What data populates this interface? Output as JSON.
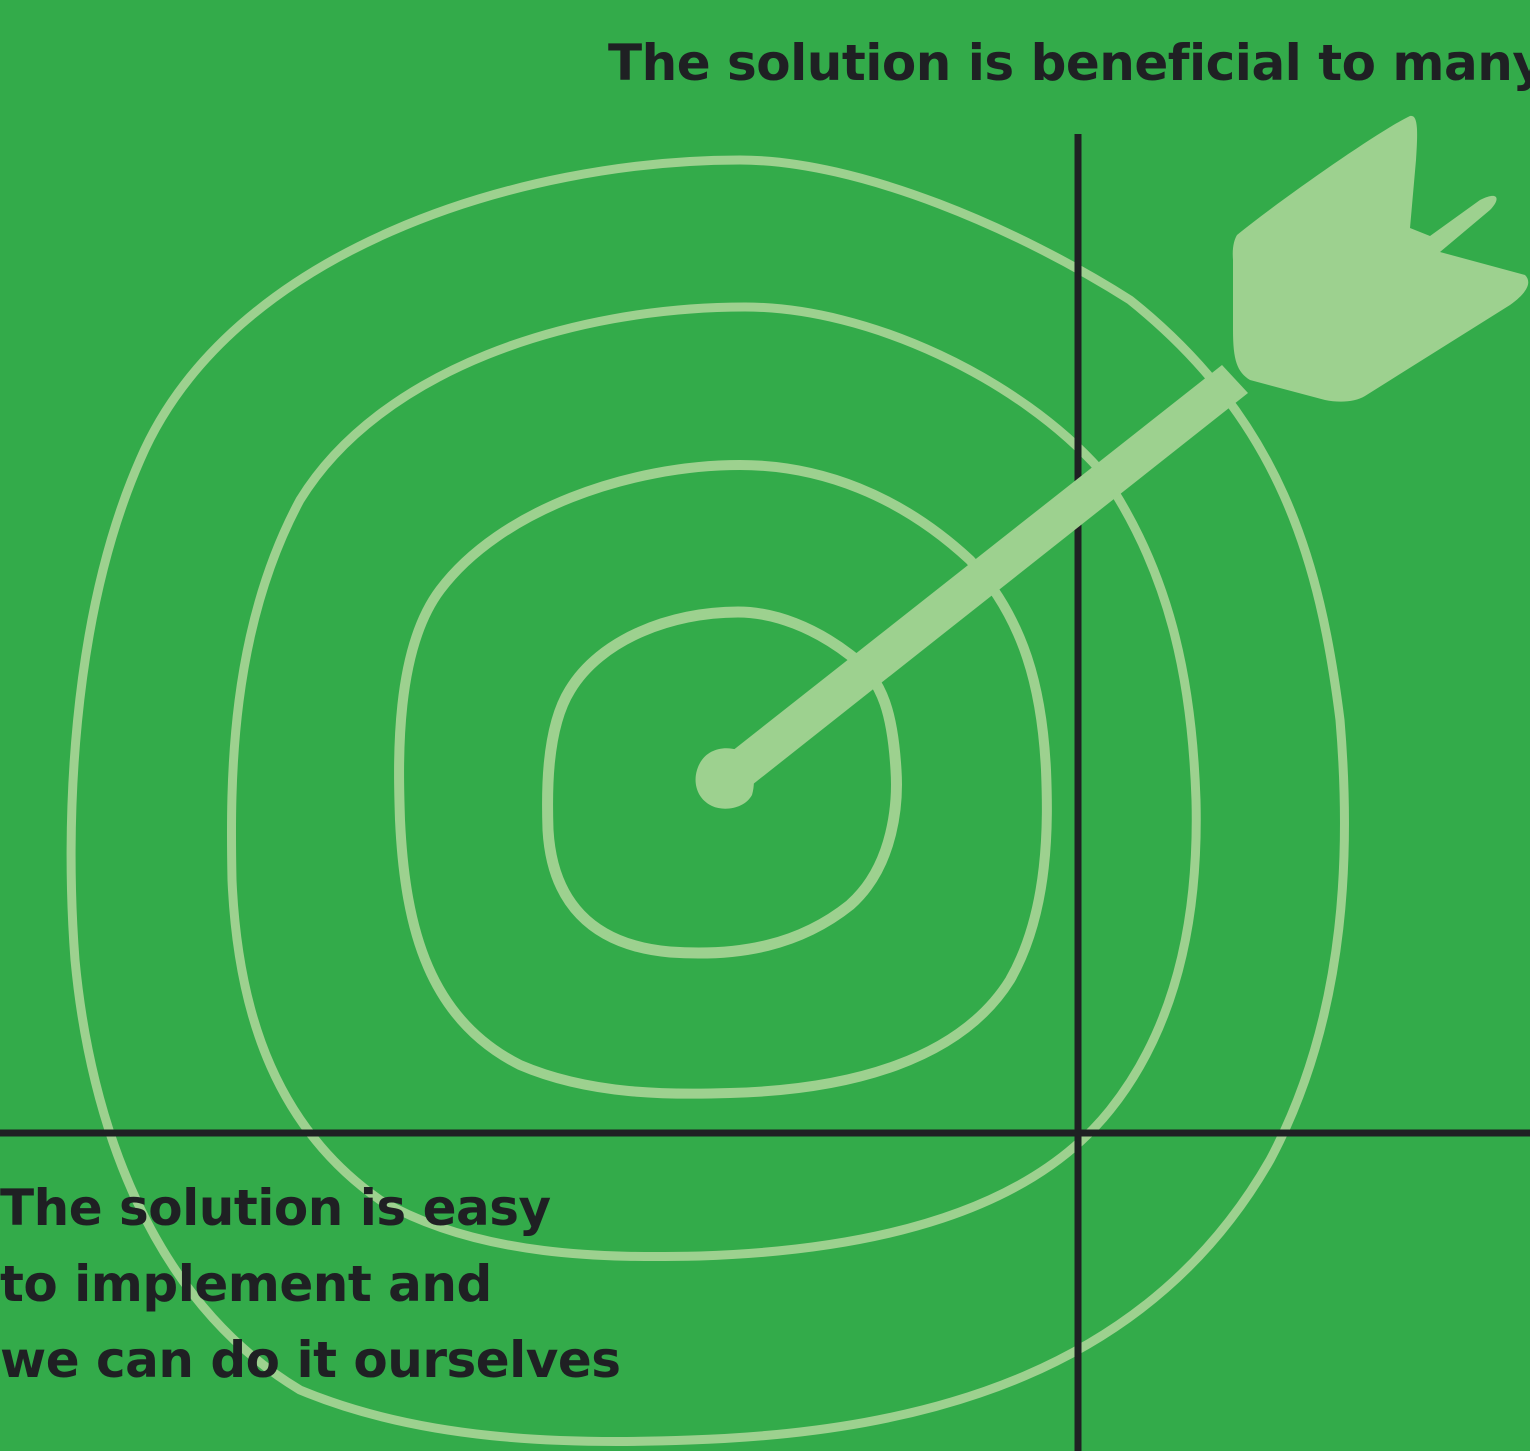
{
  "diagram": {
    "background_color": "#33ab4a",
    "accent_color": "#9dd18f",
    "axis_color": "#1f2023",
    "top_label": "The solution is beneficial to many",
    "bottom_label_lines": [
      "The solution is easy",
      "to implement and",
      "we can do it ourselves"
    ],
    "icons": {
      "target": "target-icon",
      "arrow": "arrow-icon"
    }
  }
}
